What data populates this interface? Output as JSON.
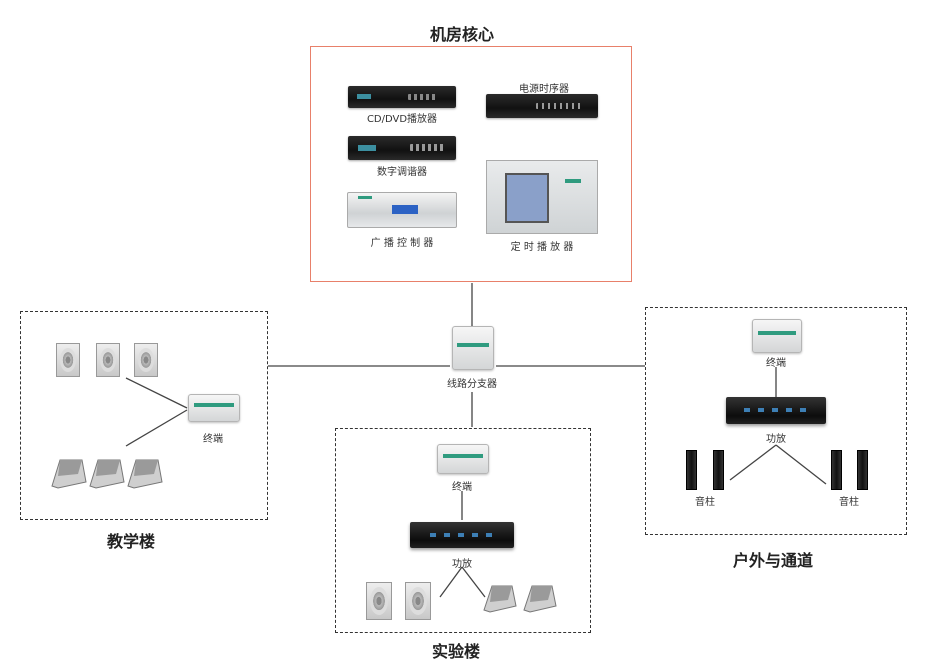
{
  "core_room": {
    "title": "机房核心",
    "devices": {
      "cd_dvd": "CD/DVD播放器",
      "power_sequencer": "电源时序器",
      "tuner": "数字调谐器",
      "controller": "广 播 控 制 器",
      "timer_player": "定 时 播 放 器"
    }
  },
  "splitter": {
    "label": "线路分支器"
  },
  "teaching": {
    "title": "教学楼",
    "terminal_label": "终端"
  },
  "lab": {
    "title": "实验楼",
    "terminal_label": "终端",
    "amp_label": "功放"
  },
  "outdoor": {
    "title": "户外与通道",
    "terminal_label": "终端",
    "amp_label": "功放",
    "speaker_left": "音柱",
    "speaker_right": "音柱"
  },
  "colors": {
    "core_border": "#e8806a",
    "dashed_border": "#333333",
    "accent": "#2f9b7f"
  }
}
